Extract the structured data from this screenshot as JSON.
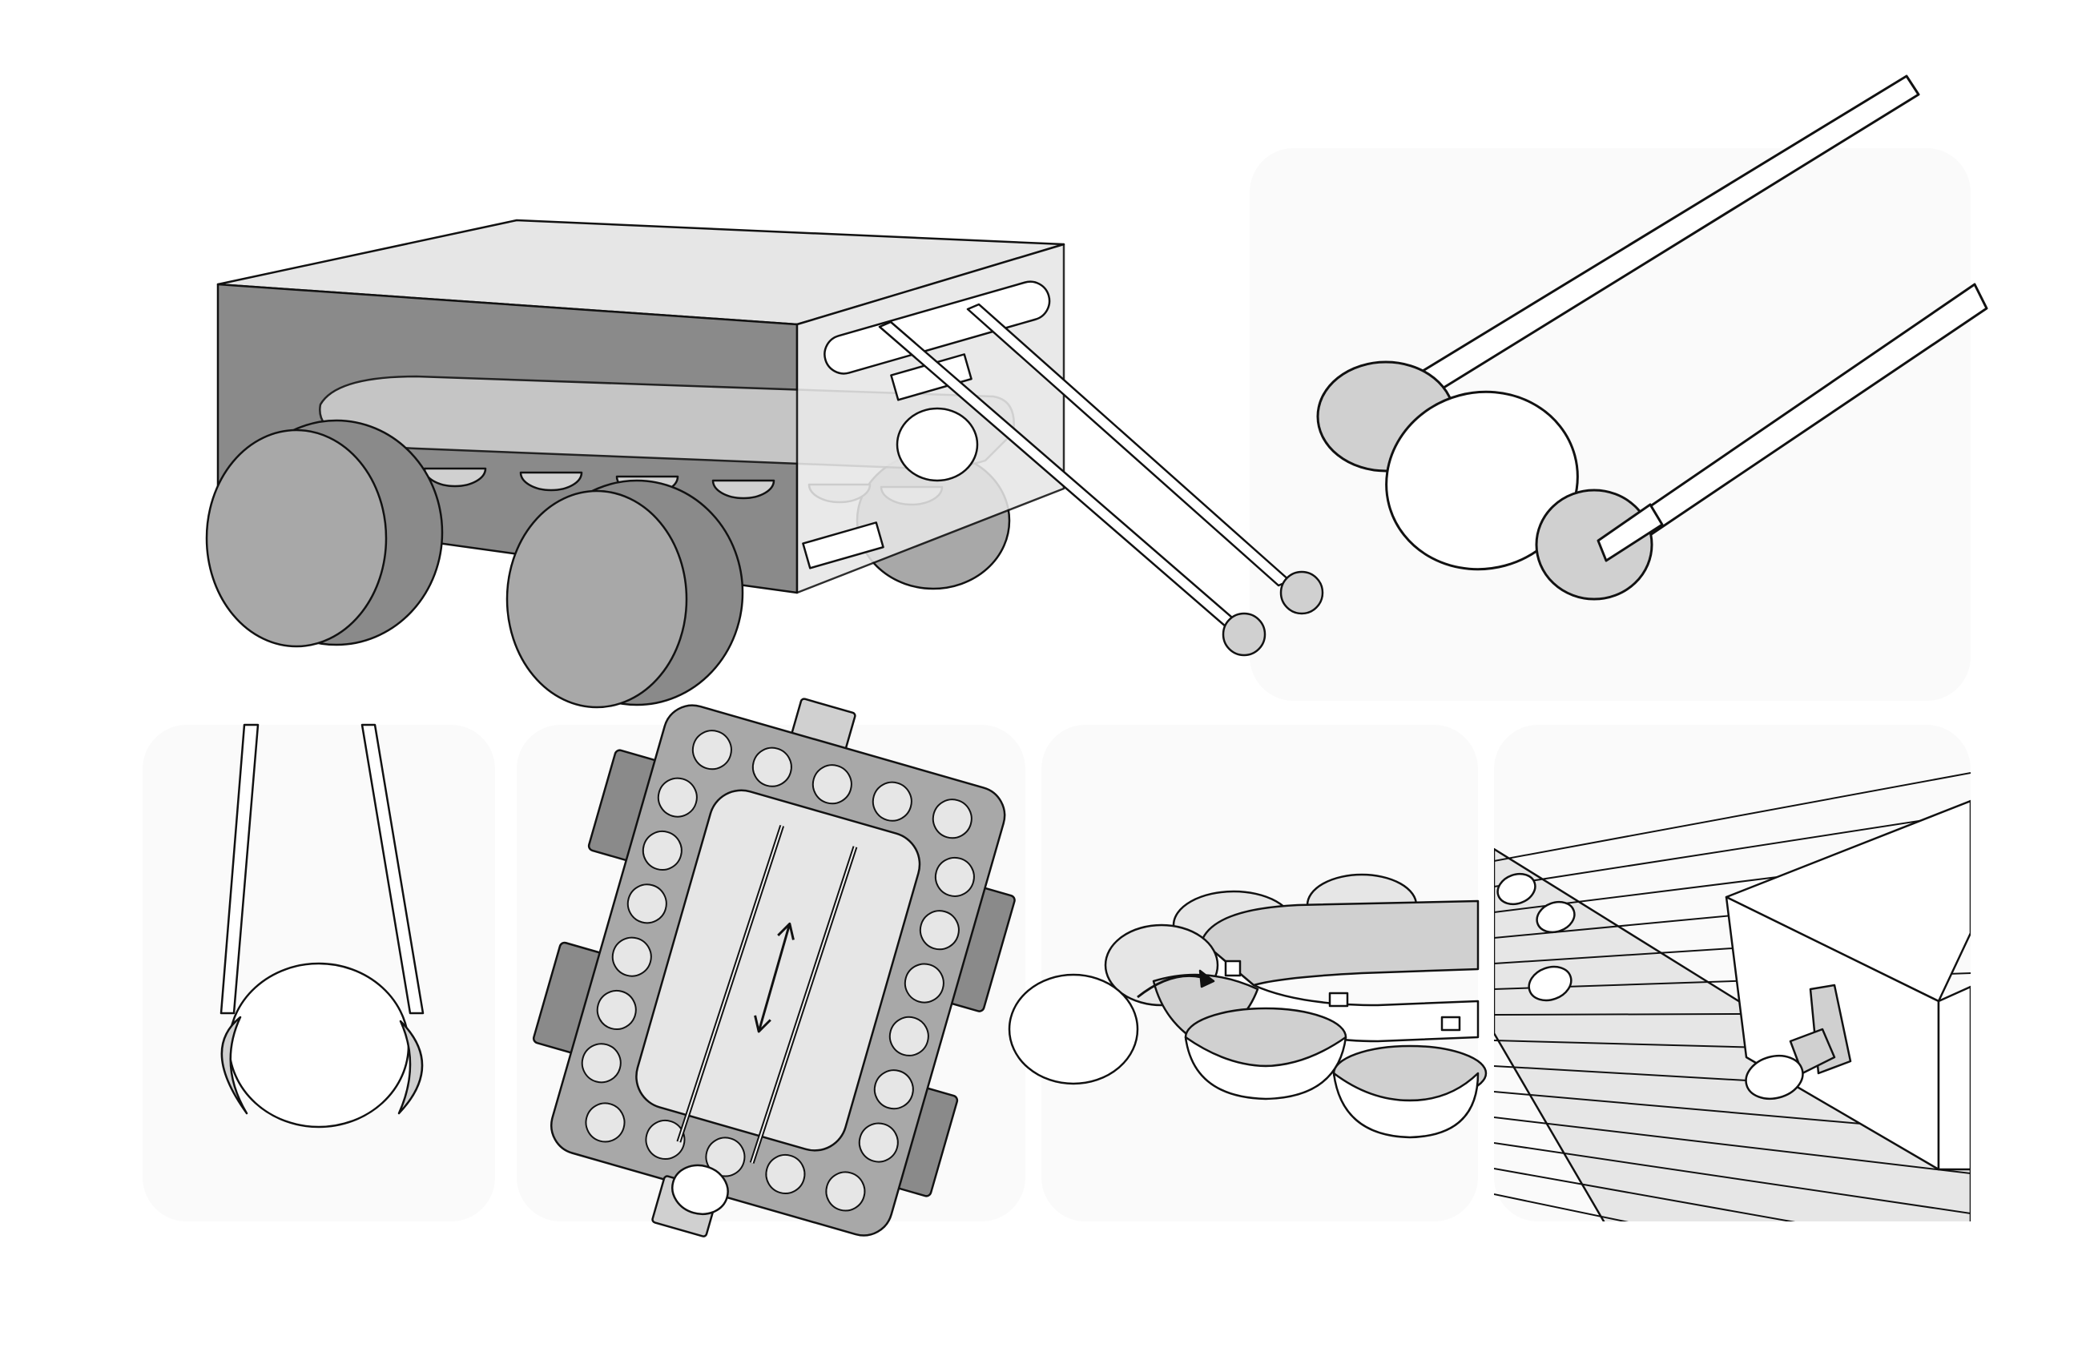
{
  "colors": {
    "background": "#ffffff",
    "panel": "#fafafa",
    "dark": "#8a8a8a",
    "mid": "#a8a8a8",
    "light": "#d0d0d0",
    "lighter": "#e6e6e6",
    "white": "#ffffff",
    "stroke": "#111111"
  },
  "panels": [
    {
      "id": "robot-vehicle-overview"
    },
    {
      "id": "gripper-closeup"
    },
    {
      "id": "gripper-front-view"
    },
    {
      "id": "tray-top-view"
    },
    {
      "id": "cup-conveyor-view"
    },
    {
      "id": "belt-conveyor-view"
    }
  ],
  "annotations": {
    "tray_motion": "double-arrow-vertical",
    "cup_rotation": "curved-arrow"
  }
}
